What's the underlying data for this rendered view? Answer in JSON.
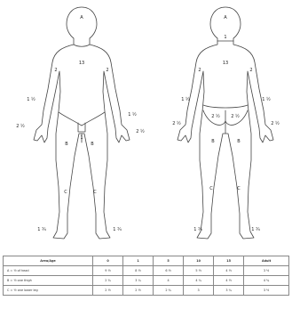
{
  "front_labels": {
    "head": "A",
    "trunk": "13",
    "right_arm": "2",
    "left_arm": "2",
    "right_forearm": "1 ½",
    "left_forearm": "1 ½",
    "right_hand": "2 ½",
    "left_hand": "2 ½",
    "genitalia": "1",
    "right_thigh": "B",
    "left_thigh": "B",
    "right_leg": "C",
    "left_leg": "C",
    "right_foot": "1 ¾",
    "left_foot": "1 ¾"
  },
  "back_labels": {
    "head": "A",
    "neck": "1",
    "trunk": "13",
    "right_arm": "2",
    "left_arm": "2",
    "right_forearm": "1 ½",
    "left_forearm": "1 ½",
    "right_hand": "2 ½",
    "left_hand": "2 ½",
    "left_buttock": "2 ½",
    "right_buttock": "2 ½",
    "right_thigh": "B",
    "left_thigh": "B",
    "right_leg": "C",
    "left_leg": "C",
    "right_foot": "1 ¾",
    "left_foot": "1 ¾"
  },
  "table": {
    "headers": [
      "Area/Age",
      "0",
      "1",
      "5",
      "10",
      "15",
      "Adult"
    ],
    "rows": [
      [
        "A = ½ of head",
        "9 ½",
        "8 ½",
        "6 ½",
        "5 ½",
        "4 ½",
        "3 ½"
      ],
      [
        "B = ½ one thigh",
        "2 ¾",
        "3 ¼",
        "4",
        "4 ¼",
        "4 ½",
        "4 ¾"
      ],
      [
        "C = ½ one lower leg",
        "2 ½",
        "2 ½",
        "2 ¾",
        "3",
        "3 ¼",
        "3 ½"
      ]
    ]
  }
}
